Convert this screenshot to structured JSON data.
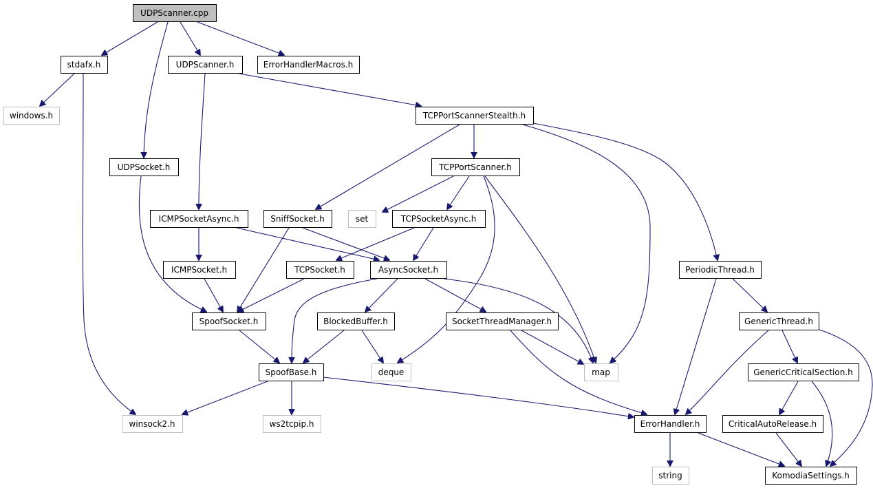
{
  "diagram": {
    "type": "include-dependency-graph",
    "colors": {
      "edge": "#191970",
      "root_fill": "#bfbfbf",
      "node_border": "#000000",
      "external_border": "#bfbfbf"
    },
    "nodes": [
      {
        "id": "udpscanner_cpp",
        "label": "UDPScanner.cpp",
        "kind": "root"
      },
      {
        "id": "stdafx_h",
        "label": "stdafx.h",
        "kind": "file"
      },
      {
        "id": "udpscanner_h",
        "label": "UDPScanner.h",
        "kind": "file"
      },
      {
        "id": "errorhandlermacros_h",
        "label": "ErrorHandlerMacros.h",
        "kind": "file"
      },
      {
        "id": "windows_h",
        "label": "windows.h",
        "kind": "external"
      },
      {
        "id": "tcpportscannerstealth_h",
        "label": "TCPPortScannerStealth.h",
        "kind": "file"
      },
      {
        "id": "udpsocket_h",
        "label": "UDPSocket.h",
        "kind": "file"
      },
      {
        "id": "tcpportscanner_h",
        "label": "TCPPortScanner.h",
        "kind": "file"
      },
      {
        "id": "icmpsocketasync_h",
        "label": "ICMPSocketAsync.h",
        "kind": "file"
      },
      {
        "id": "sniffsocket_h",
        "label": "SniffSocket.h",
        "kind": "file"
      },
      {
        "id": "set",
        "label": "set",
        "kind": "external"
      },
      {
        "id": "tcpsocketasync_h",
        "label": "TCPSocketAsync.h",
        "kind": "file"
      },
      {
        "id": "icmpsocket_h",
        "label": "ICMPSocket.h",
        "kind": "file"
      },
      {
        "id": "tcpsocket_h",
        "label": "TCPSocket.h",
        "kind": "file"
      },
      {
        "id": "asyncsocket_h",
        "label": "AsyncSocket.h",
        "kind": "file"
      },
      {
        "id": "periodicthread_h",
        "label": "PeriodicThread.h",
        "kind": "file"
      },
      {
        "id": "spoofsocket_h",
        "label": "SpoofSocket.h",
        "kind": "file"
      },
      {
        "id": "blockedbuffer_h",
        "label": "BlockedBuffer.h",
        "kind": "file"
      },
      {
        "id": "socketthreadmanager_h",
        "label": "SocketThreadManager.h",
        "kind": "file"
      },
      {
        "id": "genericthread_h",
        "label": "GenericThread.h",
        "kind": "file"
      },
      {
        "id": "spoofbase_h",
        "label": "SpoofBase.h",
        "kind": "file"
      },
      {
        "id": "deque",
        "label": "deque",
        "kind": "external"
      },
      {
        "id": "map",
        "label": "map",
        "kind": "external"
      },
      {
        "id": "genericcriticalsection_h",
        "label": "GenericCriticalSection.h",
        "kind": "file"
      },
      {
        "id": "winsock2_h",
        "label": "winsock2.h",
        "kind": "external"
      },
      {
        "id": "ws2tcpip_h",
        "label": "ws2tcpip.h",
        "kind": "external"
      },
      {
        "id": "errorhandler_h",
        "label": "ErrorHandler.h",
        "kind": "file"
      },
      {
        "id": "criticalautorelease_h",
        "label": "CriticalAutoRelease.h",
        "kind": "file"
      },
      {
        "id": "string",
        "label": "string",
        "kind": "external"
      },
      {
        "id": "komodiasettings_h",
        "label": "KomodiaSettings.h",
        "kind": "file"
      }
    ],
    "edges": [
      {
        "from": "udpscanner_cpp",
        "to": "stdafx_h"
      },
      {
        "from": "udpscanner_cpp",
        "to": "udpsocket_h"
      },
      {
        "from": "udpscanner_cpp",
        "to": "udpscanner_h"
      },
      {
        "from": "udpscanner_cpp",
        "to": "errorhandlermacros_h"
      },
      {
        "from": "stdafx_h",
        "to": "windows_h"
      },
      {
        "from": "stdafx_h",
        "to": "winsock2_h"
      },
      {
        "from": "udpscanner_h",
        "to": "tcpportscannerstealth_h"
      },
      {
        "from": "udpscanner_h",
        "to": "icmpsocketasync_h"
      },
      {
        "from": "udpsocket_h",
        "to": "spoofsocket_h"
      },
      {
        "from": "tcpportscannerstealth_h",
        "to": "tcpportscanner_h"
      },
      {
        "from": "tcpportscannerstealth_h",
        "to": "sniffsocket_h"
      },
      {
        "from": "tcpportscannerstealth_h",
        "to": "map"
      },
      {
        "from": "tcpportscannerstealth_h",
        "to": "periodicthread_h"
      },
      {
        "from": "tcpportscanner_h",
        "to": "set"
      },
      {
        "from": "tcpportscanner_h",
        "to": "tcpsocketasync_h"
      },
      {
        "from": "tcpportscanner_h",
        "to": "deque"
      },
      {
        "from": "tcpportscanner_h",
        "to": "map"
      },
      {
        "from": "icmpsocketasync_h",
        "to": "icmpsocket_h"
      },
      {
        "from": "icmpsocketasync_h",
        "to": "asyncsocket_h"
      },
      {
        "from": "sniffsocket_h",
        "to": "spoofsocket_h"
      },
      {
        "from": "sniffsocket_h",
        "to": "asyncsocket_h"
      },
      {
        "from": "tcpsocketasync_h",
        "to": "tcpsocket_h"
      },
      {
        "from": "tcpsocketasync_h",
        "to": "asyncsocket_h"
      },
      {
        "from": "icmpsocket_h",
        "to": "spoofsocket_h"
      },
      {
        "from": "tcpsocket_h",
        "to": "spoofsocket_h"
      },
      {
        "from": "asyncsocket_h",
        "to": "spoofbase_h"
      },
      {
        "from": "asyncsocket_h",
        "to": "blockedbuffer_h"
      },
      {
        "from": "asyncsocket_h",
        "to": "socketthreadmanager_h"
      },
      {
        "from": "asyncsocket_h",
        "to": "map"
      },
      {
        "from": "spoofsocket_h",
        "to": "spoofbase_h"
      },
      {
        "from": "blockedbuffer_h",
        "to": "spoofbase_h"
      },
      {
        "from": "blockedbuffer_h",
        "to": "deque"
      },
      {
        "from": "socketthreadmanager_h",
        "to": "map"
      },
      {
        "from": "socketthreadmanager_h",
        "to": "errorhandler_h"
      },
      {
        "from": "spoofbase_h",
        "to": "winsock2_h"
      },
      {
        "from": "spoofbase_h",
        "to": "ws2tcpip_h"
      },
      {
        "from": "spoofbase_h",
        "to": "errorhandler_h"
      },
      {
        "from": "periodicthread_h",
        "to": "errorhandler_h"
      },
      {
        "from": "periodicthread_h",
        "to": "genericthread_h"
      },
      {
        "from": "genericthread_h",
        "to": "errorhandler_h"
      },
      {
        "from": "genericthread_h",
        "to": "genericcriticalsection_h"
      },
      {
        "from": "genericthread_h",
        "to": "komodiasettings_h"
      },
      {
        "from": "genericcriticalsection_h",
        "to": "criticalautorelease_h"
      },
      {
        "from": "genericcriticalsection_h",
        "to": "komodiasettings_h"
      },
      {
        "from": "criticalautorelease_h",
        "to": "komodiasettings_h"
      },
      {
        "from": "errorhandler_h",
        "to": "string"
      },
      {
        "from": "errorhandler_h",
        "to": "komodiasettings_h"
      }
    ]
  }
}
